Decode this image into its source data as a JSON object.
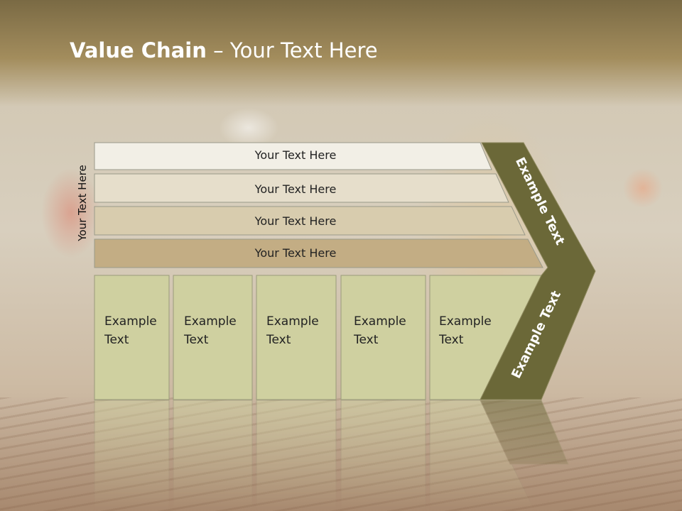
{
  "title": {
    "bold": "Value Chain",
    "rest": " – Your Text Here"
  },
  "side_label": "Your Text Here",
  "bars": [
    {
      "label": "Your Text Here",
      "color": "#f2efe6"
    },
    {
      "label": "Your Text Here",
      "color": "#e6decb"
    },
    {
      "label": "Your Text Here",
      "color": "#d8ccae"
    },
    {
      "label": "Your Text Here",
      "color": "#c3ad84"
    }
  ],
  "boxes": [
    {
      "line1": "Example",
      "line2": "Text"
    },
    {
      "line1": "Example",
      "line2": "Text"
    },
    {
      "line1": "Example",
      "line2": "Text"
    },
    {
      "line1": "Example",
      "line2": "Text"
    },
    {
      "line1": "Example",
      "line2": "Text"
    }
  ],
  "chevron": {
    "top_label": "Example Text",
    "bottom_label": "Example Text",
    "color": "#6b6838"
  },
  "box_color": "#cfd0a0"
}
